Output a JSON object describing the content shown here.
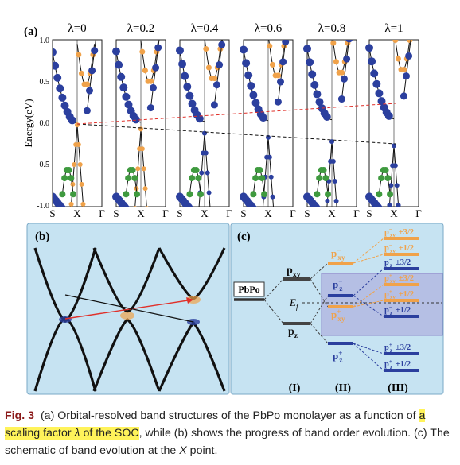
{
  "panel_a": {
    "label": "(a)",
    "ylabel": "Energy(eV)",
    "yticks": [
      "1.0",
      "0.5",
      "0.0",
      "-0.5",
      "-1.0"
    ],
    "xticks": [
      "S",
      "X",
      "Γ"
    ],
    "lambda_titles": [
      "λ=0",
      "λ=0.2",
      "λ=0.4",
      "λ=0.6",
      "λ=0.8",
      "λ=1"
    ]
  },
  "panel_b": {
    "label": "(b)"
  },
  "panel_c": {
    "label": "(c)",
    "pbpo": "PbPo",
    "ef": "E",
    "ef_sub": "f",
    "col1": {
      "top": "p",
      "top_sub": "xy",
      "bottom": "p",
      "bottom_sub": "z"
    },
    "col2": {
      "l1": "p",
      "l1_sup": "−",
      "l1_sub": "xy",
      "l2": "p",
      "l2_sup": "−",
      "l2_sub": "z",
      "l3": "p",
      "l3_sup": "+",
      "l3_sub": "xy",
      "l4": "p",
      "l4_sup": "+",
      "l4_sub": "z"
    },
    "col3": [
      {
        "p": "p",
        "sup": "−",
        "sub": "xy",
        "j": "±3/2"
      },
      {
        "p": "p",
        "sup": "−",
        "sub": "xy",
        "j": "±1/2"
      },
      {
        "p": "p",
        "sup": "−",
        "sub": "z",
        "j": "±3/2"
      },
      {
        "p": "p",
        "sup": "+",
        "sub": "xy",
        "j": "±3/2"
      },
      {
        "p": "p",
        "sup": "+",
        "sub": "xy",
        "j": "±1/2"
      },
      {
        "p": "p",
        "sup": "−",
        "sub": "z",
        "j": "±1/2"
      },
      {
        "p": "p",
        "sup": "+",
        "sub": "z",
        "j": "±3/2"
      },
      {
        "p": "p",
        "sup": "+",
        "sub": "z",
        "j": "±1/2"
      }
    ],
    "roman": [
      "(I)",
      "(II)",
      "(III)"
    ]
  },
  "caption": {
    "figno": "Fig. 3",
    "t1": "(a) Orbital-resolved band structures of the PbPo monolayer as a function of ",
    "hl": "a scaling factor ",
    "hl_lambda": "λ",
    "hl2": " of the SOC",
    "t2": ", while (b) shows the progress of band order evolution. (c) The schematic of band evolution at the ",
    "xpoint": "X",
    "t3": " point."
  },
  "colors": {
    "blue": "#2b3f9e",
    "orange": "#f0a24a",
    "green": "#3f9a3f",
    "panel_bg": "#c6e3f2",
    "red": "#e0302a"
  }
}
